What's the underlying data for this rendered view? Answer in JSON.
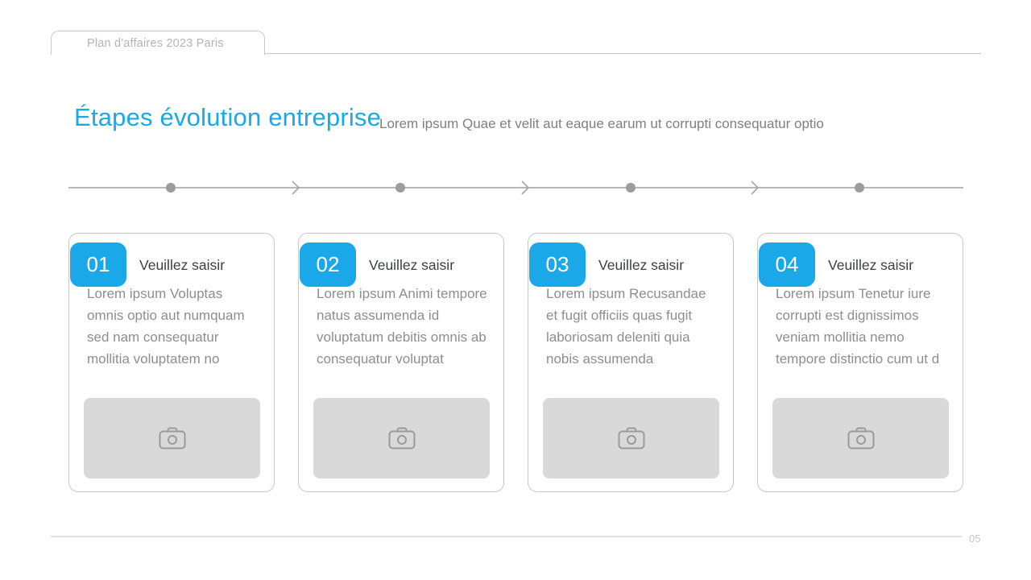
{
  "header": {
    "tab_label": "Plan d'affaires 2023 Paris",
    "title": "Étapes évolution entreprise",
    "subtitle": "Lorem ipsum Quae et velit aut eaque earum ut corrupti consequatur optio"
  },
  "timeline": {
    "steps": 4,
    "dot_count": 4,
    "arrow_count": 3
  },
  "cards": [
    {
      "number": "01",
      "label": "Veuillez saisir",
      "body": "Lorem ipsum Voluptas omnis optio aut numquam sed nam consequatur mollitia voluptatem no",
      "image_icon": "camera-icon"
    },
    {
      "number": "02",
      "label": "Veuillez saisir",
      "body": "Lorem ipsum Animi tempore natus assumenda id voluptatum debitis omnis ab consequatur voluptat",
      "image_icon": "camera-icon"
    },
    {
      "number": "03",
      "label": "Veuillez saisir",
      "body": "Lorem ipsum Recusandae et fugit officiis quas fugit laboriosam deleniti quia nobis assumenda",
      "image_icon": "camera-icon"
    },
    {
      "number": "04",
      "label": "Veuillez saisir",
      "body": "Lorem ipsum Tenetur iure corrupti est dignissimos veniam mollitia nemo tempore distinctio cum ut d",
      "image_icon": "camera-icon"
    }
  ],
  "footer": {
    "page_number": "05"
  },
  "colors": {
    "accent": "#1aa8e9",
    "title_text": "#1aa8e9",
    "label_text": "#3d4043",
    "body_text": "#8e8e8e",
    "muted_text": "#b4b4b4",
    "card_border": "#c8c8c8",
    "placeholder_bg": "#d9d9d9",
    "icon_stroke": "#9a9a9a",
    "timeline_line": "#b8b8b8",
    "timeline_dot": "#9c9c9c",
    "footer_line": "#e4e1e6",
    "page_number_text": "#c6c6cc"
  }
}
